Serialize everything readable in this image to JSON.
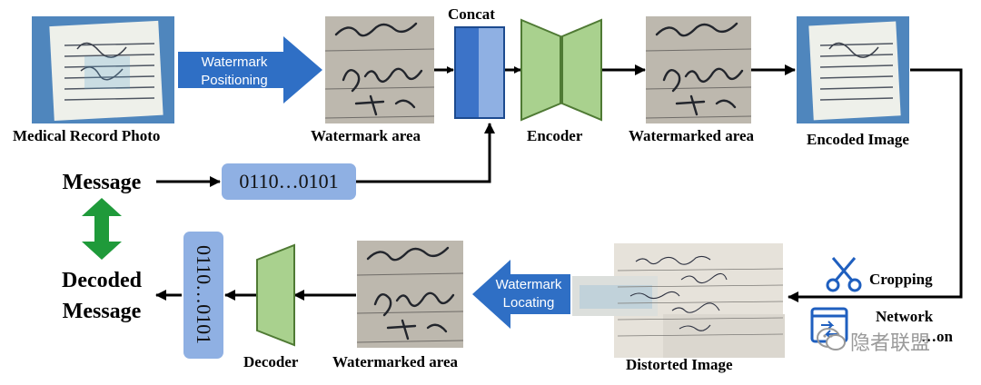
{
  "labels": {
    "medical_record_photo": "Medical Record Photo",
    "watermark_area": "Watermark area",
    "concat": "Concat",
    "encoder": "Encoder",
    "watermarked_area_top": "Watermarked area",
    "encoded_image": "Encoded Image",
    "message": "Message",
    "message_bits": "0110…0101",
    "decoded_message_line1": "Decoded",
    "decoded_message_line2": "Message",
    "decoded_bits": "0110…0101",
    "decoder": "Decoder",
    "watermarked_area_bottom": "Watermarked area",
    "distorted_image": "Distorted Image",
    "cropping": "Cropping",
    "network_line1": "Network",
    "network_line2": "…on"
  },
  "arrows": {
    "watermark_positioning_line1": "Watermark",
    "watermark_positioning_line2": "Positioning",
    "watermark_locating_line1": "Watermark",
    "watermark_locating_line2": "Locating"
  },
  "watermark_text": "隐者联盟",
  "colors": {
    "arrow_blue": "#2f6fc5",
    "concat_dark": "#3c73c8",
    "concat_light": "#8fb0e3",
    "network_green": "#a9d18e",
    "network_stroke": "#4f7a34",
    "bit_box": "#8fb0e3",
    "double_arrow_green": "#1f9a3a"
  },
  "icons": [
    "scissors-icon",
    "network-transmission-icon",
    "wechat-logo-icon"
  ]
}
